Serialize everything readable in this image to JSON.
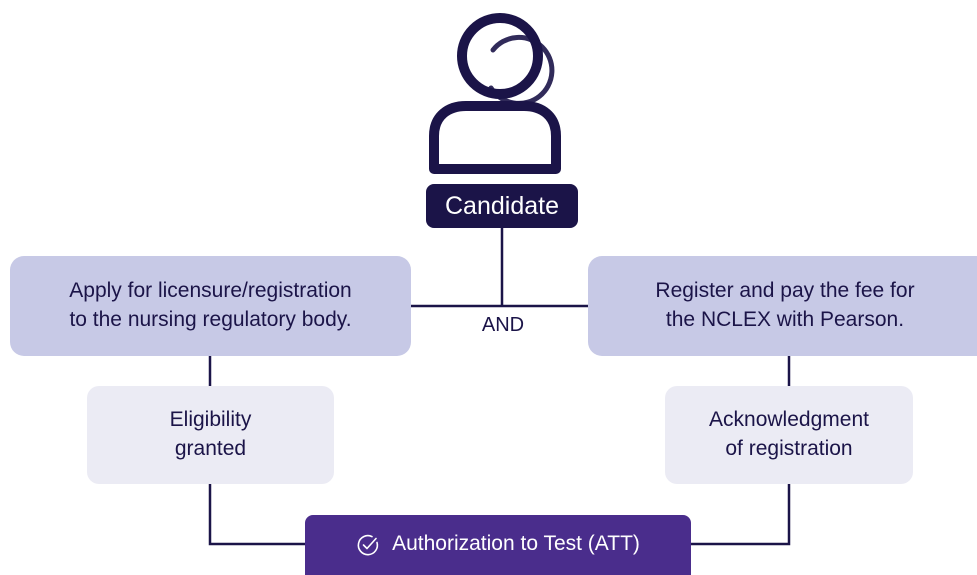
{
  "nodes": {
    "candidate": "Candidate",
    "apply": "Apply for licensure/registration\nto the nursing regulatory body.",
    "register": "Register and pay the fee for\nthe NCLEX with Pearson.",
    "eligibility": "Eligibility\ngranted",
    "acknowledgment": "Acknowledgment\nof registration",
    "att": "Authorization to Test (ATT)"
  },
  "connector_label": "AND",
  "icons": {
    "person": "person-icon",
    "att": "check-circle-icon"
  },
  "colors": {
    "navy": "#1b1448",
    "purple": "#4a2d8c",
    "lavender": "#c7c9e6",
    "light_gray": "#ebebf4"
  }
}
